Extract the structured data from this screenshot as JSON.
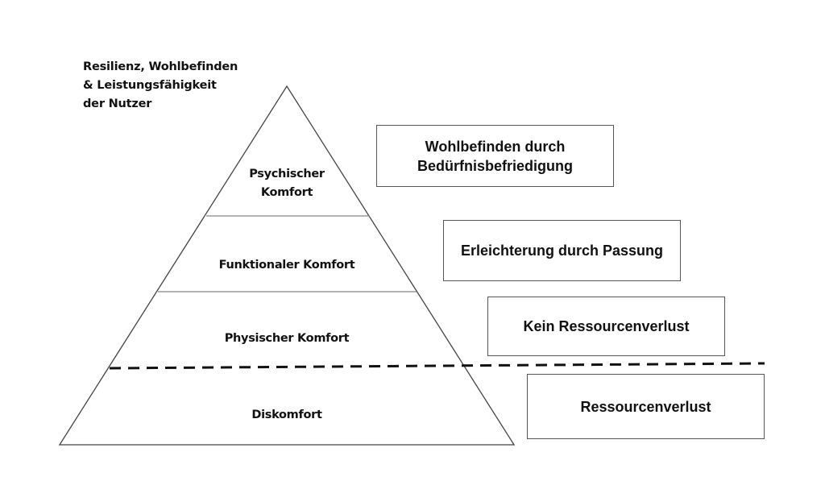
{
  "title_lines": [
    "Resilienz, Wohlbefinden",
    "& Leistungsfähigkeit",
    "der Nutzer"
  ],
  "pyramid_levels": {
    "psychischer": [
      "Psychischer",
      "Komfort"
    ],
    "funktionaler": "Funktionaler Komfort",
    "physischer": "Physischer Komfort",
    "diskomfort": "Diskomfort"
  },
  "boxes": {
    "wohlbefinden": [
      "Wohlbefinden durch",
      "Bedürfnisbefriedigung"
    ],
    "erleichterung": "Erleichterung durch Passung",
    "kein_verlust": "Kein Ressourcenverlust",
    "verlust": "Ressourcenverlust"
  },
  "colors": {
    "line": "#444444",
    "text": "#111111",
    "background": "#ffffff"
  }
}
